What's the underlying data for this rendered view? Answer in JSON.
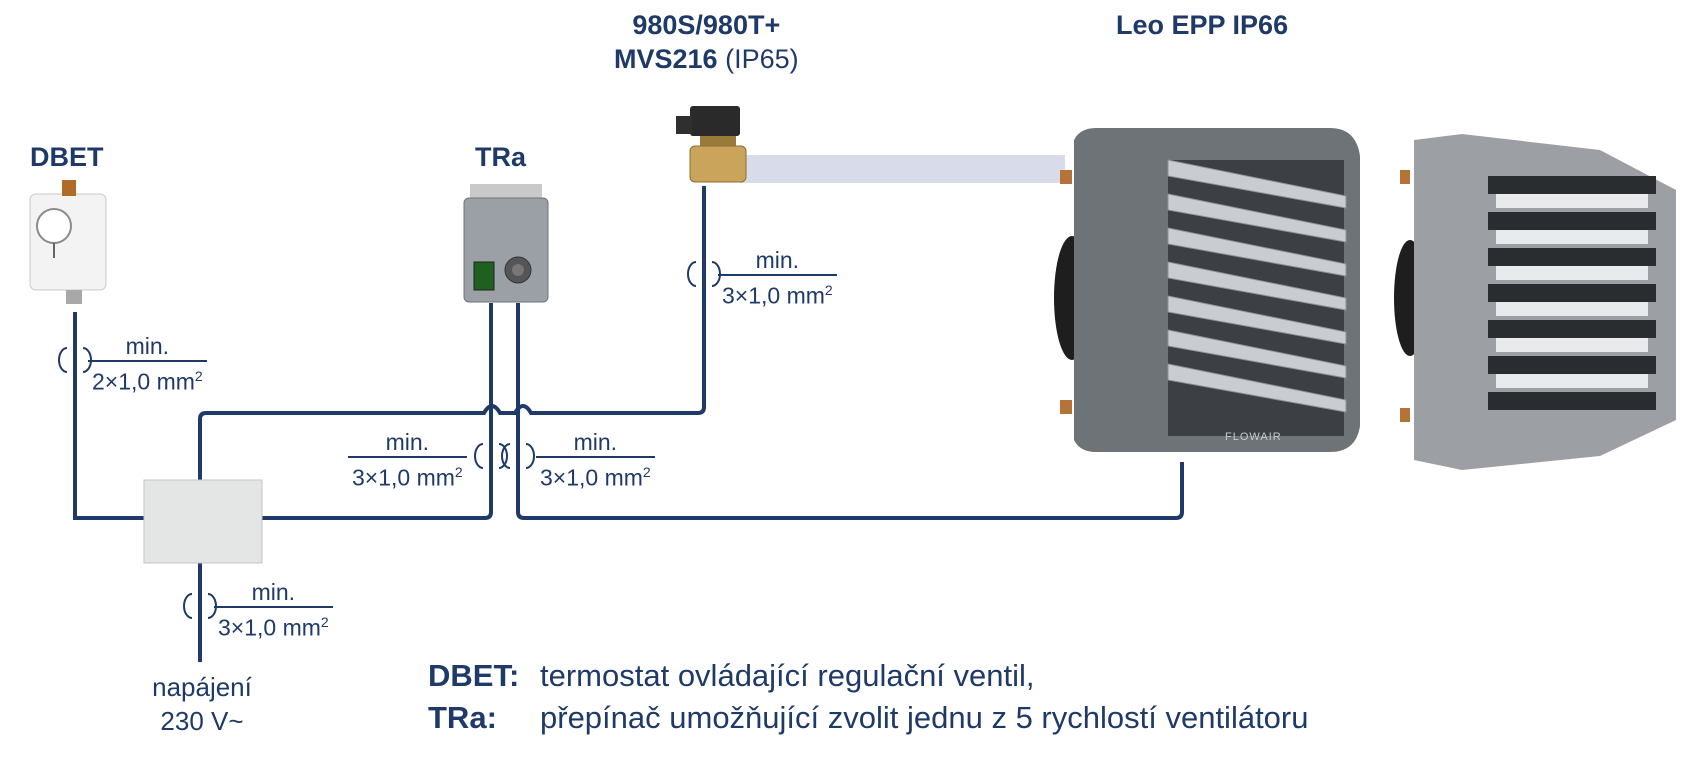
{
  "titles": {
    "dbet": "DBET",
    "tra": "TRa",
    "valve_line1": "980S/980T+",
    "valve_line2_bold": "MVS216",
    "valve_line2_normal": "(IP65)",
    "heater": "Leo EPP IP66"
  },
  "cables": {
    "dbet": {
      "top": "min.",
      "bottom": "2×1,0 mm",
      "sup": "2"
    },
    "valve": {
      "top": "min.",
      "bottom": "3×1,0 mm",
      "sup": "2"
    },
    "tra_left": {
      "top": "min.",
      "bottom": "3×1,0 mm",
      "sup": "2"
    },
    "tra_right": {
      "top": "min.",
      "bottom": "3×1,0 mm",
      "sup": "2"
    },
    "supply": {
      "top": "min.",
      "bottom": "3×1,0 mm",
      "sup": "2"
    }
  },
  "power": {
    "line1": "napájení",
    "line2": "230 V~"
  },
  "heater_brand": "FLOWAIR",
  "legend": [
    {
      "key": "DBET:",
      "text": "termostat ovládající regulační ventil,"
    },
    {
      "key": "TRa:",
      "text": "přepínač umožňující zvolit jednu z 5 rychlostí ventilátoru"
    }
  ],
  "colors": {
    "wire": "#1f3a68",
    "pipe": "#d8dcea",
    "heater_body": "#6e7378",
    "louver": "#c9ccd0"
  }
}
